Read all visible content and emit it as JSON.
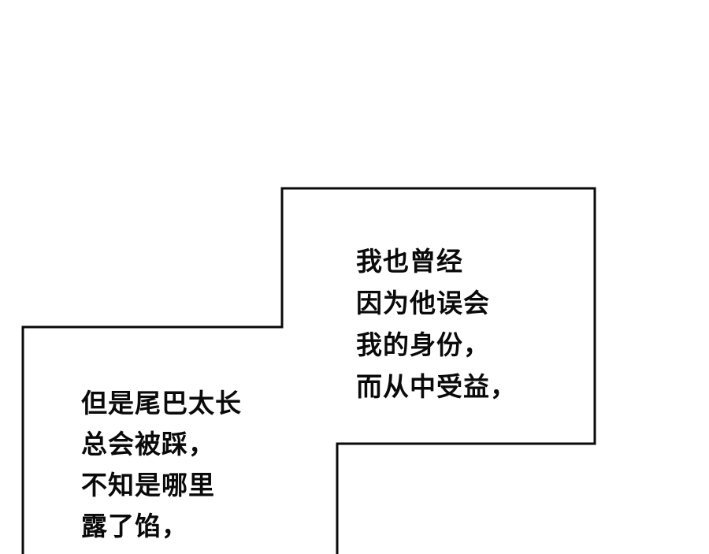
{
  "page": {
    "background_color": "#ffffff",
    "border_color": "#0a0a0a"
  },
  "captions": {
    "right": {
      "lines": [
        "我也曾经",
        "因为他误会",
        "我的身份，",
        "而从中受益，"
      ]
    },
    "left": {
      "lines": [
        "但是尾巴太长",
        "总会被踩，",
        "不知是哪里",
        "露了馅，"
      ]
    }
  }
}
